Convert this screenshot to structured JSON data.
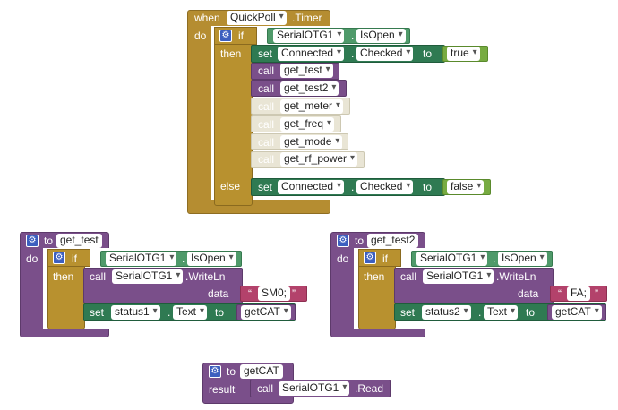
{
  "timer_block": {
    "when": "when",
    "component": "QuickPoll",
    "event": ".Timer",
    "do": "do",
    "if": "if",
    "then": "then",
    "else": "else",
    "condition": {
      "component": "SerialOTG1",
      "property": "IsOpen"
    },
    "set_label": "set",
    "to_label": "to",
    "set_connected": {
      "component": "Connected",
      "property": "Checked",
      "value": "true"
    },
    "calls": [
      {
        "call": "call",
        "name": "get_test",
        "enabled": true
      },
      {
        "call": "call",
        "name": "get_test2",
        "enabled": true
      },
      {
        "call": "call",
        "name": "get_meter",
        "enabled": false
      },
      {
        "call": "call",
        "name": "get_freq",
        "enabled": false
      },
      {
        "call": "call",
        "name": "get_mode",
        "enabled": false
      },
      {
        "call": "call",
        "name": "get_rf_power",
        "enabled": false
      }
    ],
    "set_disconnected": {
      "component": "Connected",
      "property": "Checked",
      "value": "false"
    }
  },
  "get_test_block": {
    "to": "to",
    "name": "get_test",
    "do": "do",
    "if": "if",
    "then": "then",
    "condition": {
      "component": "SerialOTG1",
      "property": "IsOpen"
    },
    "call": "call",
    "write_component": "SerialOTG1",
    "write_method": ".WriteLn",
    "data_label": "data",
    "data_value": "SM0;",
    "set": "set",
    "set_component": "status1",
    "set_property": "Text",
    "to_label": "to",
    "to_value": "getCAT"
  },
  "get_test2_block": {
    "to": "to",
    "name": "get_test2",
    "do": "do",
    "if": "if",
    "then": "then",
    "condition": {
      "component": "SerialOTG1",
      "property": "IsOpen"
    },
    "call": "call",
    "write_component": "SerialOTG1",
    "write_method": ".WriteLn",
    "data_label": "data",
    "data_value": "FA;",
    "set": "set",
    "set_component": "status2",
    "set_property": "Text",
    "to_label": "to",
    "to_value": "getCAT"
  },
  "getcat_block": {
    "to": "to",
    "name": "getCAT",
    "result": "result",
    "call": "call",
    "component": "SerialOTG1",
    "method": ".Read"
  },
  "quotes": {
    "open": "“",
    "close": "”"
  },
  "colors": {
    "event": "#b58d31",
    "procedure": "#7a4f8a",
    "component_getter": "#4f9a6a",
    "setter": "#2f7a52",
    "logic": "#77ab41",
    "text": "#b3426b",
    "disabled": "#e9e5d5",
    "mutator": "#3c5fbf"
  },
  "icons": {
    "mutator": "gear-icon",
    "dropdown": "chevron-down-icon"
  }
}
